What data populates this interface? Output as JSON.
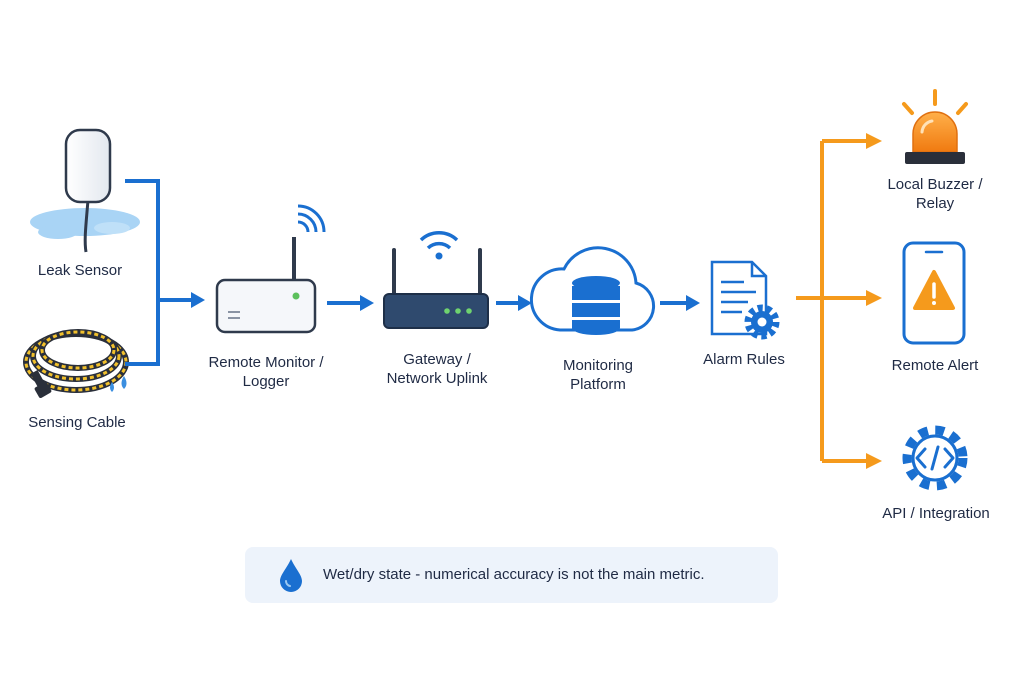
{
  "labels": {
    "leak_sensor": "Leak Sensor",
    "sensing_cable": "Sensing Cable",
    "remote_monitor": "Remote Monitor /\nLogger",
    "gateway": "Gateway /\nNetwork Uplink",
    "platform": "Monitoring\nPlatform",
    "alarm_rules": "Alarm Rules",
    "local_buzzer": "Local Buzzer /\nRelay",
    "remote_alert": "Remote Alert",
    "api": "API / Integration"
  },
  "note": {
    "text": "Wet/dry state - numerical accuracy is not the main metric.",
    "icon": "water-drop-icon"
  },
  "colors": {
    "primary": "#1a6fd0",
    "dark_navy": "#2f4a6e",
    "output": "#f59a1c",
    "alarm_red": "#e8590c",
    "text": "#1f2a44",
    "note_bg": "#edf3fb"
  }
}
